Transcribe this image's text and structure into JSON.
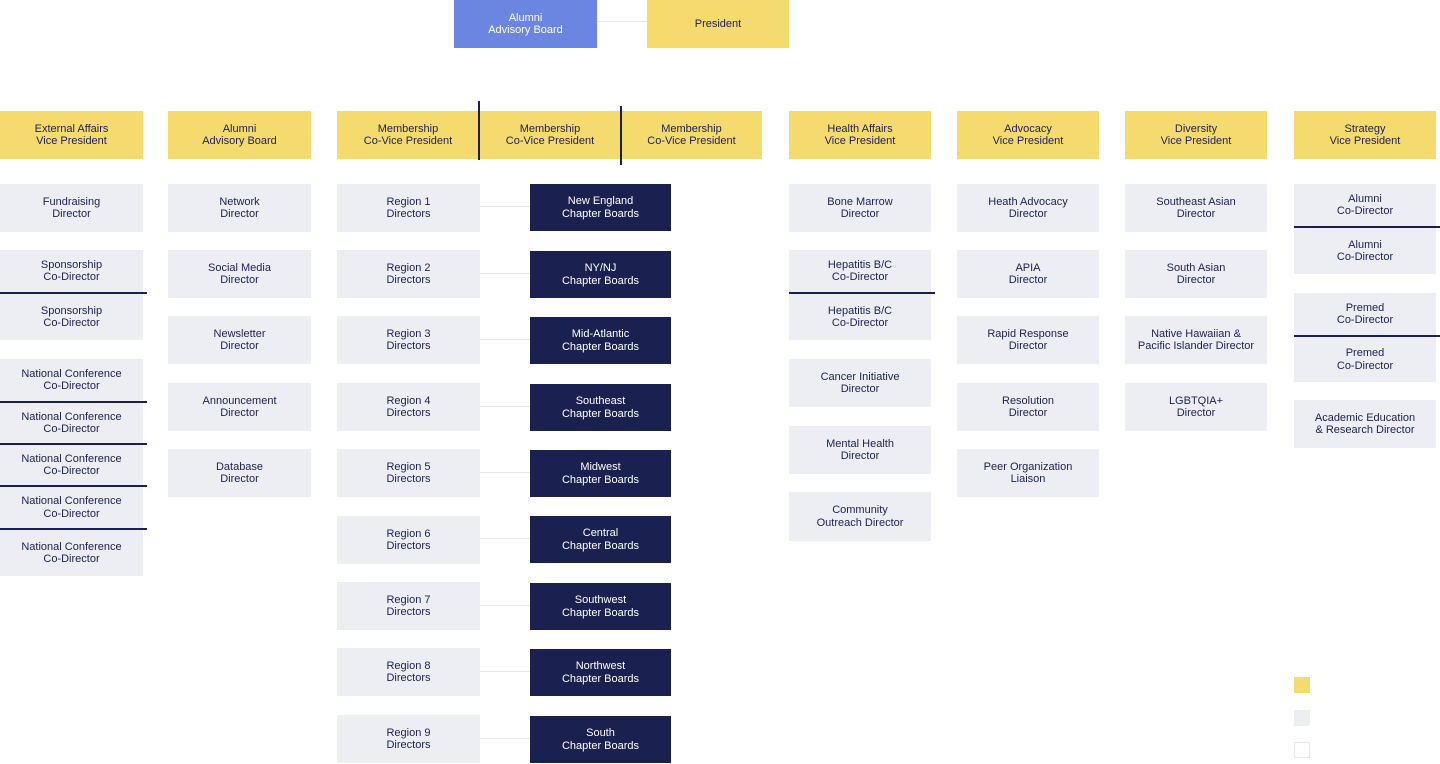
{
  "colors": {
    "leadership": "#f5db6e",
    "director": "#eceef3",
    "advisory": "#6b86e0",
    "chapter": "#1a2150",
    "background": "#ffffff"
  },
  "top": {
    "advisory": "Alumni\nAdvisory Board",
    "president": "President"
  },
  "columns": {
    "external_affairs": {
      "head": "External Affairs\nVice President",
      "items": [
        "Fundraising\nDirector",
        "Sponsorship\nCo-Director",
        "Sponsorship\nCo-Director",
        "National Conference\nCo-Director",
        "National Conference\nCo-Director",
        "National Conference\nCo-Director",
        "National Conference\nCo-Director",
        "National Conference\nCo-Director"
      ]
    },
    "alumni_board": {
      "head": "Alumni\nAdvisory Board",
      "items": [
        "Network\nDirector",
        "Social Media\nDirector",
        "Newsletter\nDirector",
        "Announcement\nDirector",
        "Database\nDirector"
      ]
    },
    "membership": {
      "heads": [
        "Membership\nCo-Vice President",
        "Membership\nCo-Vice President",
        "Membership\nCo-Vice President"
      ],
      "regions": [
        "Region 1\nDirectors",
        "Region 2\nDirectors",
        "Region 3\nDirectors",
        "Region 4\nDirectors",
        "Region 5\nDirectors",
        "Region 6\nDirectors",
        "Region 7\nDirectors",
        "Region 8\nDirectors",
        "Region 9\nDirectors"
      ],
      "chapters": [
        "New England\nChapter Boards",
        "NY/NJ\nChapter Boards",
        "Mid-Atlantic\nChapter Boards",
        "Southeast\nChapter Boards",
        "Midwest\nChapter Boards",
        "Central\nChapter Boards",
        "Southwest\nChapter Boards",
        "Northwest\nChapter Boards",
        "South\nChapter Boards"
      ]
    },
    "health_affairs": {
      "head": "Health Affairs\nVice President",
      "items": [
        "Bone Marrow\nDirector",
        "Hepatitis B/C\nCo-Director",
        "Hepatitis B/C\nCo-Director",
        "Cancer Initiative\nDirector",
        "Mental Health\nDirector",
        "Community\nOutreach Director"
      ]
    },
    "advocacy": {
      "head": "Advocacy\nVice President",
      "items": [
        "Heath Advocacy\nDirector",
        "APIA\nDirector",
        "Rapid Response\nDirector",
        "Resolution\nDirector",
        "Peer Organization\nLiaison"
      ]
    },
    "diversity": {
      "head": "Diversity\nVice President",
      "items": [
        "Southeast Asian\nDirector",
        "South Asian\nDirector",
        "Native Hawaiian &\nPacific Islander Director",
        "LGBTQIA+\nDirector"
      ]
    },
    "strategy": {
      "head": "Strategy\nVice President",
      "items": [
        "Alumni\nCo-Director",
        "Alumni\nCo-Director",
        "Premed\nCo-Director",
        "Premed\nCo-Director",
        "Academic Education\n& Research Director"
      ]
    }
  }
}
